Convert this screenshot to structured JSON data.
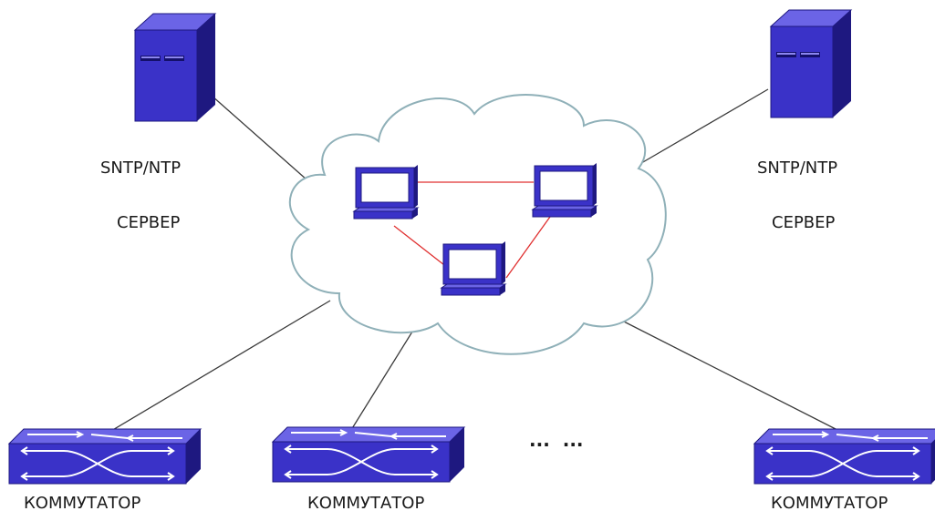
{
  "servers": [
    {
      "protocol_label": "SNTP/NTP",
      "role_label": "СЕРВЕР"
    },
    {
      "protocol_label": "SNTP/NTP",
      "role_label": "СЕРВЕР"
    }
  ],
  "switches": [
    {
      "label": "КОММУТАТОР"
    },
    {
      "label": "КОММУТАТОР"
    },
    {
      "label": "КОММУТАТОР"
    }
  ],
  "ellipsis": "...  ...",
  "colors": {
    "device_blue": "#3a32c8",
    "device_dark": "#1e1880",
    "device_light": "#6b64e6",
    "cloud_fill": "#ffffff",
    "cloud_stroke": "#8fb0b8",
    "link_line": "#3a3a3a",
    "peer_link": "#e03030"
  },
  "icons": {
    "server": "server-tower-icon",
    "laptop": "laptop-icon",
    "switch": "network-switch-icon",
    "cloud": "network-cloud-icon"
  }
}
